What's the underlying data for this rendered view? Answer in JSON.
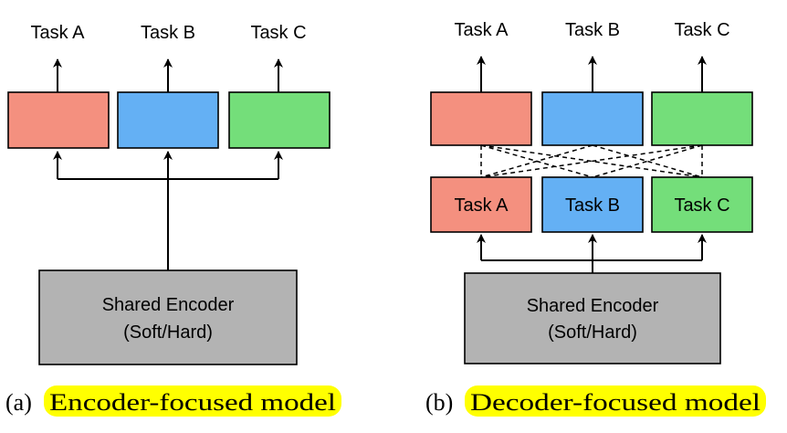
{
  "left": {
    "tasks": [
      "Task A",
      "Task B",
      "Task C"
    ],
    "encoder": {
      "line1": "Shared Encoder",
      "line2": "(Soft/Hard)"
    },
    "caption": {
      "prefix": "(a)",
      "highlight": "Encoder-focused model"
    }
  },
  "right": {
    "tasks": [
      "Task A",
      "Task B",
      "Task C"
    ],
    "inner_tasks": [
      "Task A",
      "Task B",
      "Task C"
    ],
    "encoder": {
      "line1": "Shared Encoder",
      "line2": "(Soft/Hard)"
    },
    "caption": {
      "prefix": "(b)",
      "highlight": "Decoder-focused model"
    }
  },
  "colors": {
    "task_a": "#F4907F",
    "task_b": "#64B0F4",
    "task_c": "#74DE7A",
    "encoder": "#B3B3B3",
    "highlight": "#FFFF00"
  }
}
